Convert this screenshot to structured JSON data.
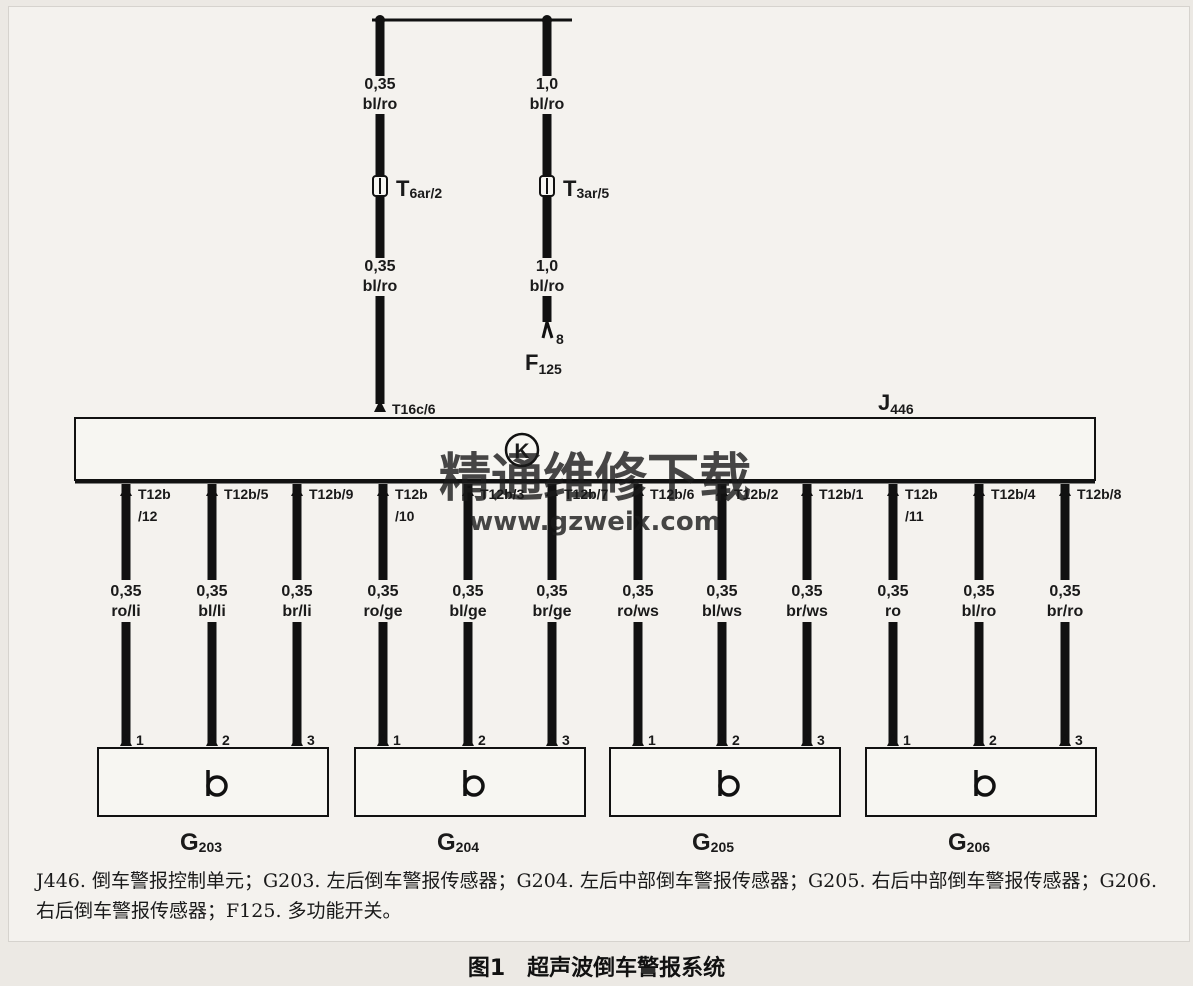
{
  "top_connectors": [
    {
      "id": "left",
      "wire_top": {
        "size": "0,35",
        "color": "bl/ro"
      },
      "connector": {
        "main": "T",
        "sub": "6ar/2"
      },
      "wire_bottom": {
        "size": "0,35",
        "color": "bl/ro"
      },
      "end_label": "T16c/6"
    },
    {
      "id": "right",
      "wire_top": {
        "size": "1,0",
        "color": "bl/ro"
      },
      "connector": {
        "main": "T",
        "sub": "3ar/5"
      },
      "wire_bottom": {
        "size": "1,0",
        "color": "bl/ro"
      },
      "end_pin": "8",
      "switch": {
        "main": "F",
        "sub": "125"
      }
    }
  ],
  "control_unit": {
    "main": "J",
    "sub": "446"
  },
  "pins": [
    {
      "pin": "T12b",
      "pin2": "/12",
      "size": "0,35",
      "color": "ro/li",
      "num": "1"
    },
    {
      "pin": "T12b/5",
      "pin2": "",
      "size": "0,35",
      "color": "bl/li",
      "num": "2"
    },
    {
      "pin": "T12b/9",
      "pin2": "",
      "size": "0,35",
      "color": "br/li",
      "num": "3"
    },
    {
      "pin": "T12b",
      "pin2": "/10",
      "size": "0,35",
      "color": "ro/ge",
      "num": "1"
    },
    {
      "pin": "T12b/3",
      "pin2": "",
      "size": "0,35",
      "color": "bl/ge",
      "num": "2"
    },
    {
      "pin": "T12b/7",
      "pin2": "",
      "size": "0,35",
      "color": "br/ge",
      "num": "3"
    },
    {
      "pin": "T12b/6",
      "pin2": "",
      "size": "0,35",
      "color": "ro/ws",
      "num": "1"
    },
    {
      "pin": "T12b/2",
      "pin2": "",
      "size": "0,35",
      "color": "bl/ws",
      "num": "2"
    },
    {
      "pin": "T12b/1",
      "pin2": "",
      "size": "0,35",
      "color": "br/ws",
      "num": "3"
    },
    {
      "pin": "T12b",
      "pin2": "/11",
      "size": "0,35",
      "color": "ro",
      "num": "1"
    },
    {
      "pin": "T12b/4",
      "pin2": "",
      "size": "0,35",
      "color": "bl/ro",
      "num": "2"
    },
    {
      "pin": "T12b/8",
      "pin2": "",
      "size": "0,35",
      "color": "br/ro",
      "num": "3"
    }
  ],
  "sensors": [
    {
      "main": "G",
      "sub": "203"
    },
    {
      "main": "G",
      "sub": "204"
    },
    {
      "main": "G",
      "sub": "205"
    },
    {
      "main": "G",
      "sub": "206"
    }
  ],
  "watermark": {
    "line1": "精通维修下载",
    "line2": "www.gzweix.com",
    "color": "#f3b49a"
  },
  "legend": "J446. 倒车警报控制单元；G203. 左后倒车警报传感器；G204. 左后中部倒车警报传感器；G205. 右后中部倒车警报传感器；G206. 右后倒车警报传感器；F125. 多功能开关。",
  "caption": {
    "figure": "图1",
    "title": "超声波倒车警报系统"
  }
}
